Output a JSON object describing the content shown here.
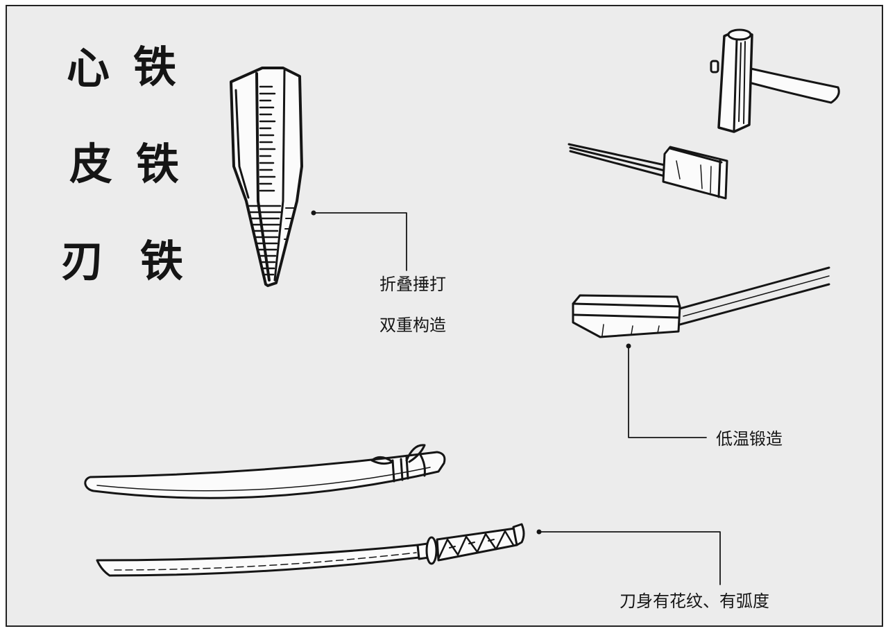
{
  "colors": {
    "background": "#ececec",
    "ink": "#151515"
  },
  "calligraphy": {
    "rows": [
      [
        "心",
        "铁"
      ],
      [
        "皮",
        "铁"
      ],
      [
        "刃",
        "铁"
      ]
    ]
  },
  "labels": {
    "folding_hammering": "折叠捶打",
    "double_structure": "双重构造",
    "low_temp_forging": "低温锻造",
    "blade_pattern_curve": "刀身有花纹、有弧度"
  }
}
